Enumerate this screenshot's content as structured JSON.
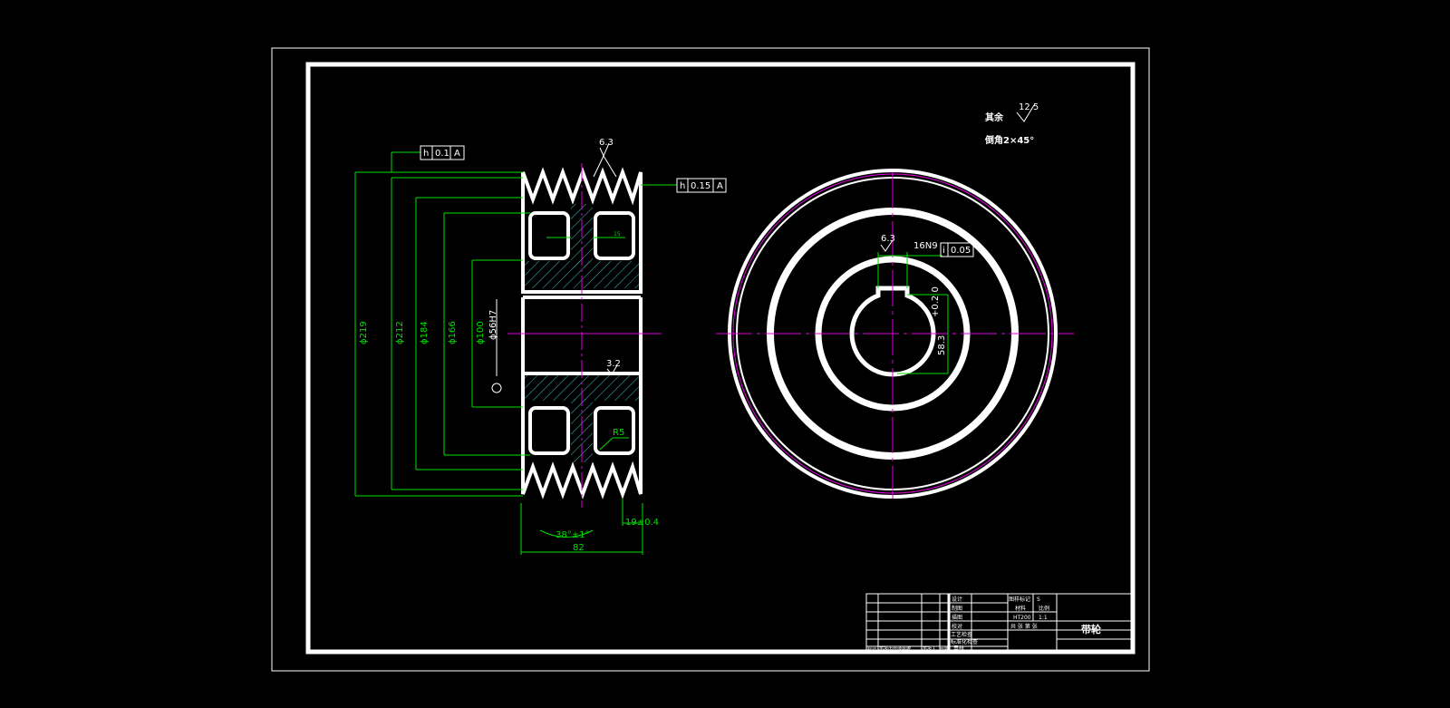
{
  "colors": {
    "background": "#000000",
    "outline": "#ffffff",
    "dimension": "#00e000",
    "centerline": "#e000e0",
    "hatch": "#40c0c0"
  },
  "notes": {
    "remaining_label": "其余",
    "remaining_roughness": "12.5",
    "chamfer": "倒角2×45°"
  },
  "front_view": {
    "dims": {
      "d219": "ϕ219",
      "d212": "ϕ212",
      "d184": "ϕ184",
      "d166": "ϕ166",
      "d100": "ϕ100",
      "width": "82",
      "groove_angle": "38°±1°",
      "groove_pitch": "19±0.4",
      "web": "15",
      "radius": "R5",
      "roughness_top": "6.3",
      "roughness_bore": "3.2",
      "fit": "ϕ56H7"
    },
    "tolerance_top": {
      "symbol": "h",
      "value": "0.1",
      "datum": "A"
    },
    "tolerance_right": {
      "symbol": "h",
      "value": "0.15",
      "datum": "A"
    }
  },
  "side_view": {
    "keyway": "16N9",
    "key_depth": "58.3",
    "key_tol": "+0.2 0",
    "roughness": "6.3",
    "tolerance": {
      "symbol": "i",
      "value": "0.05"
    }
  },
  "title_block": {
    "rows": [
      "设计",
      "制图",
      "描图",
      "校对",
      "工艺检查",
      "标准化检查",
      "审核"
    ],
    "marking": "图样标记",
    "marking_val": "S",
    "material": "材料",
    "scale": "比例",
    "material_val": "HT200",
    "scale_val": "1:1",
    "sheets": "共 张 第 张",
    "part_name": "带轮",
    "bottom": [
      "标记",
      "更改内容或依据",
      "更改人",
      "日期"
    ]
  }
}
